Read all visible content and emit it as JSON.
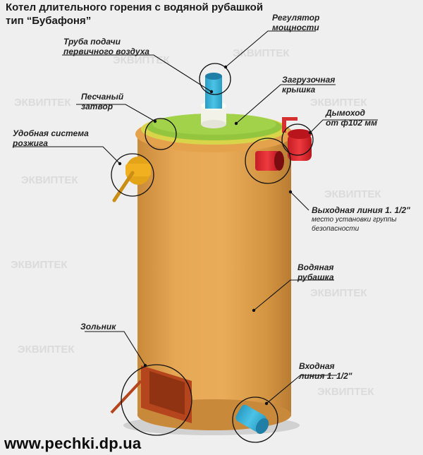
{
  "title": {
    "line1": "Котел длительного горения с водяной рубашкой",
    "line2": "тип “Бубафоня”"
  },
  "labels": {
    "regulator": {
      "line1": "Регулятор",
      "line2": "мощности"
    },
    "air_pipe": {
      "line1": "Труба подачи",
      "line2": "первичного воздуха"
    },
    "load_lid": {
      "line1": "Загрузочная",
      "line2": "крышка"
    },
    "sand_seal": {
      "line1": "Песчаный",
      "line2": "затвор"
    },
    "chimney": {
      "line1": "Дымоход",
      "line2": "от ф102 мм"
    },
    "ignition": {
      "line1": "Удобная система",
      "line2": "розжига"
    },
    "outlet": {
      "line1": "Выходная линия 1. 1/2\"",
      "line2": "место установки группы",
      "line3": "безопасности"
    },
    "water_jacket": {
      "line1": "Водяная",
      "line2": "рубашка"
    },
    "ash_box": {
      "line1": "Зольник"
    },
    "inlet": {
      "line1": "Входная",
      "line2": "линия 1. 1/2\""
    }
  },
  "watermark": "ЭКВИПТЕК",
  "footer": "www.pechki.dp.ua",
  "colors": {
    "body": "#e0a24c",
    "lid": "#93c63e",
    "rim": "#d9d54a",
    "outlet_red": "#e0262f",
    "inlet_blue": "#33b0d6",
    "ash_door": "#b4451c",
    "handle_yellow": "#f0b020"
  }
}
